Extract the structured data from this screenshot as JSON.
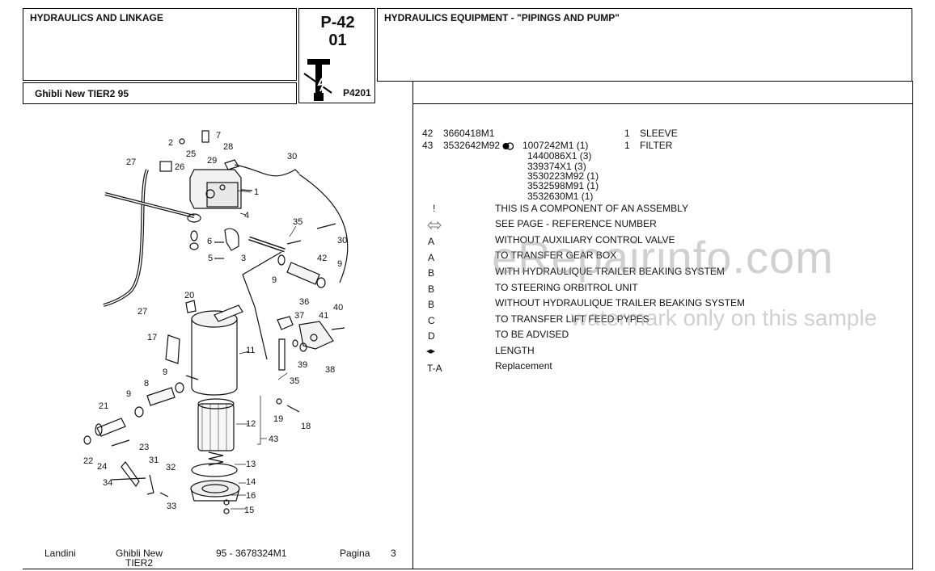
{
  "header": {
    "section_title": "HYDRAULICS AND LINKAGE",
    "model": "Ghibli New TIER2 95",
    "page_code_line1": "P-42",
    "page_code_line2": "01",
    "figure_code": "P4201",
    "group_title": "HYDRAULICS EQUIPMENT - \"PIPINGS AND PUMP\""
  },
  "parts": [
    {
      "ref": "42",
      "part_no": "3660418M1",
      "qty": "1",
      "description": "SLEEVE",
      "subparts": []
    },
    {
      "ref": "43",
      "part_no": "3532642M92",
      "qty": "1",
      "description": "FILTER",
      "subparts": [
        "1007242M1  (1)",
        "1440086X1  (3)",
        "339374X1  (3)",
        "3530223M92  (1)",
        "3532598M91  (1)",
        "3532630M1  (1)"
      ]
    }
  ],
  "legend": [
    {
      "key": "!",
      "text": "THIS IS A COMPONENT OF AN ASSEMBLY"
    },
    {
      "key": "",
      "icon": "page-reference-icon",
      "text": "SEE PAGE - REFERENCE NUMBER"
    },
    {
      "key": "A",
      "text": "WITHOUT AUXILIARY CONTROL VALVE"
    },
    {
      "key": "A",
      "text": "TO TRANSFER GEAR BOX"
    },
    {
      "key": "B",
      "text": "WITH HYDRAULIQUE TRAILER BEAKING SYSTEM"
    },
    {
      "key": "B",
      "text": "TO STEERING ORBITROL UNIT"
    },
    {
      "key": "B",
      "text": "WITHOUT HYDRAULIQUE TRAILER BEAKING SYSTEM"
    },
    {
      "key": "C",
      "text": "TO TRANSFER LIFT FEED PYPES"
    },
    {
      "key": "D",
      "text": "TO BE ADVISED"
    },
    {
      "key": "◂▸",
      "text": "LENGTH"
    },
    {
      "key": "T-A",
      "text": "Replacement"
    }
  ],
  "footer": {
    "brand": "Landini",
    "model_line1": "Ghibli New",
    "model_line2": "TIER2",
    "doc_ref": "95 - 3678324M1",
    "page_label": "Pagina",
    "page_number": "3"
  },
  "watermark": {
    "line1": "eRepairinfo.com",
    "line2": "watermark only on this sample"
  },
  "diagram_labels": [
    "1",
    "2",
    "3",
    "4",
    "5",
    "6",
    "7",
    "8",
    "9",
    "9",
    "9",
    "9",
    "11",
    "12",
    "13",
    "14",
    "15",
    "16",
    "17",
    "18",
    "19",
    "20",
    "21",
    "22",
    "23",
    "24",
    "25",
    "26",
    "27",
    "27",
    "28",
    "29",
    "30",
    "30",
    "31",
    "32",
    "33",
    "34",
    "35",
    "35",
    "36",
    "37",
    "38",
    "39",
    "40",
    "41",
    "42",
    "43"
  ]
}
